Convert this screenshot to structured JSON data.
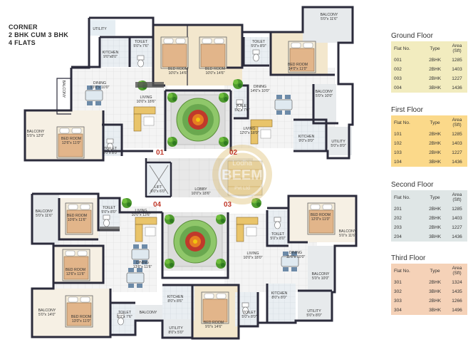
{
  "title_lines": [
    "CORNER",
    "2 BHK CUM 3 BHK",
    "4 FLATS"
  ],
  "flat_numbers": [
    "01",
    "02",
    "03",
    "04"
  ],
  "tables": [
    {
      "floor": "Ground Floor",
      "color": "#f2ecbf",
      "headers": {
        "flat_no": "Flat No.",
        "type": "Type",
        "area_line1": "Area",
        "area_line2": "(Sft)"
      },
      "rows": [
        [
          "001",
          "2BHK",
          "1285"
        ],
        [
          "002",
          "2BHK",
          "1403"
        ],
        [
          "003",
          "2BHK",
          "1227"
        ],
        [
          "004",
          "3BHK",
          "1436"
        ]
      ]
    },
    {
      "floor": "First Floor",
      "color": "#fbd98a",
      "headers": {
        "flat_no": "Flat No.",
        "type": "Type",
        "area_line1": "Area",
        "area_line2": "(Sft)"
      },
      "rows": [
        [
          "101",
          "2BHK",
          "1285"
        ],
        [
          "102",
          "2BHK",
          "1403"
        ],
        [
          "103",
          "2BHK",
          "1227"
        ],
        [
          "104",
          "3BHK",
          "1436"
        ]
      ]
    },
    {
      "floor": "Second Floor",
      "color": "#dfe6e6",
      "headers": {
        "flat_no": "Flat No.",
        "type": "Type",
        "area_line1": "Area",
        "area_line2": "(Sft)"
      },
      "rows": [
        [
          "201",
          "2BHK",
          "1285"
        ],
        [
          "202",
          "2BHK",
          "1403"
        ],
        [
          "203",
          "2BHK",
          "1227"
        ],
        [
          "204",
          "3BHK",
          "1436"
        ]
      ]
    },
    {
      "floor": "Third Floor",
      "color": "#f5d2b8",
      "headers": {
        "flat_no": "Flat No.",
        "type": "Type",
        "area_line1": "Area",
        "area_line2": "(Sft)"
      },
      "rows": [
        [
          "301",
          "2BHK",
          "1324"
        ],
        [
          "302",
          "3BHK",
          "1435"
        ],
        [
          "303",
          "2BHK",
          "1266"
        ],
        [
          "304",
          "3BHK",
          "1496"
        ]
      ]
    }
  ],
  "rooms": [
    {
      "name": "UTILITY",
      "dim": ""
    },
    {
      "name": "KITCHEN",
      "dim": "9'0\"x8'0\""
    },
    {
      "name": "TOILET",
      "dim": "5'0\"x 7'6\""
    },
    {
      "name": "BED ROOM",
      "dim": "10'0\"x 14'6\""
    },
    {
      "name": "BED ROOM",
      "dim": "10'0\"x 14'6\""
    },
    {
      "name": "TOILET",
      "dim": "5'0\"x 8'0\""
    },
    {
      "name": "BALCONY",
      "dim": "5'0\"x 11'6\""
    },
    {
      "name": "BED ROOM",
      "dim": "14'0\"x 11'0\""
    },
    {
      "name": "BALCONY",
      "dim": ""
    },
    {
      "name": "DINING",
      "dim": "13'0\"x 10'0\""
    },
    {
      "name": "LIVING",
      "dim": "10'0\"x 18'6\""
    },
    {
      "name": "DINING",
      "dim": "14'6\"x 10'0\""
    },
    {
      "name": "TOILET",
      "dim": "5'0\"x 7'0\""
    },
    {
      "name": "BALCONY",
      "dim": "5'0\"x 10'0\""
    },
    {
      "name": "LIVING",
      "dim": "12'0\"x 18'0\""
    },
    {
      "name": "KITCHEN",
      "dim": "9'0\"x 8'0\""
    },
    {
      "name": "UTILITY",
      "dim": "5'0\"x 8'0\""
    },
    {
      "name": "BALCONY",
      "dim": "5'0\"x 12'0\""
    },
    {
      "name": "BED ROOM",
      "dim": "12'6\"x 11'0\""
    },
    {
      "name": "TOILET",
      "dim": "5'0\"x 8'0\""
    },
    {
      "name": "LIFT",
      "dim": "6'0\"x 6'0\""
    },
    {
      "name": "LOBBY",
      "dim": "10'0\"x 18'6\""
    },
    {
      "name": "BALCONY",
      "dim": "5'0\"x 11'6\""
    },
    {
      "name": "BED ROOM",
      "dim": "10'6\"x 11'6\""
    },
    {
      "name": "TOILET",
      "dim": "5'0\"x 8'0\""
    },
    {
      "name": "LIVING",
      "dim": "10'0\"x 13'6\""
    },
    {
      "name": "BED ROOM",
      "dim": "12'0\"x 11'0\""
    },
    {
      "name": "BALCONY",
      "dim": "5'0\"x 11'6\""
    },
    {
      "name": "TOILET",
      "dim": "5'0\"x 8'0\""
    },
    {
      "name": "BED ROOM",
      "dim": "12'6\"x 11'6\""
    },
    {
      "name": "DINING",
      "dim": "13'6\"x 11'6\""
    },
    {
      "name": "LIVING",
      "dim": "10'0\"x 18'0\""
    },
    {
      "name": "DINING",
      "dim": "11'6\"x 10'0\""
    },
    {
      "name": "BALCONY",
      "dim": "5'0\"x 10'0\""
    },
    {
      "name": "KITCHEN",
      "dim": "8'0\"x 8'6\""
    },
    {
      "name": "KITCHEN",
      "dim": "8'0\"x 8'0\""
    },
    {
      "name": "UTILITY",
      "dim": "5'0\"x 8'0\""
    },
    {
      "name": "BALCONY",
      "dim": "5'0\"x 14'0\""
    },
    {
      "name": "BED ROOM",
      "dim": "13'0\"x 11'0\""
    },
    {
      "name": "TOILET",
      "dim": "5'0\"x 7'6\""
    },
    {
      "name": "BALCONY",
      "dim": ""
    },
    {
      "name": "UTILITY",
      "dim": "8'0\"x 5'0\""
    },
    {
      "name": "BED ROOM",
      "dim": "9'0\"x 14'6\""
    },
    {
      "name": "TOILET",
      "dim": "5'0\"x 8'0\""
    }
  ],
  "colors": {
    "wall": "#2b2b3b",
    "floor": "#f7f7f7",
    "bed": "#f0c9a0",
    "plant": "#3f8f2a",
    "flat_number": "#c0392b"
  },
  "watermark": {
    "line1": "Lodha",
    "line2": "BEEM",
    "line3": "Pvt Ltd"
  }
}
